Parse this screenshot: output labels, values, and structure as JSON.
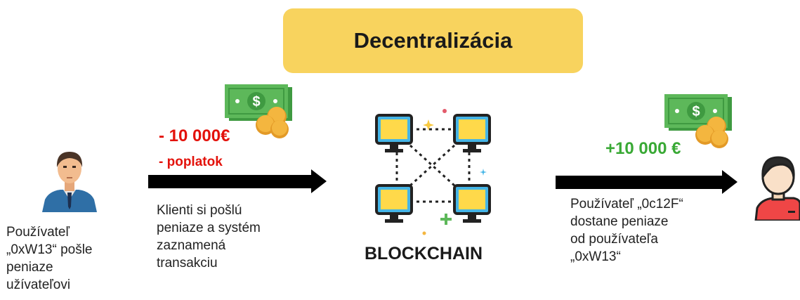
{
  "title": "Decentralizácia",
  "sender": {
    "caption": "Používateľ\n„0xW13“ pošle\npeniaze\nužívateľovi",
    "icon": "businessman-avatar-icon"
  },
  "transfer_out": {
    "amount": "- 10 000€",
    "fee": "- poplatok",
    "caption": "Klienti si pošlú\npeniaze a systém\nzaznamená\ntransakciu",
    "icon": "money-coins-icon"
  },
  "blockchain": {
    "label": "BLOCKCHAIN",
    "icon": "network-computers-icon"
  },
  "transfer_in": {
    "amount": "+10 000 €",
    "caption": "Používateľ „0c12F“\ndostane peniaze\nod používateľa\n„0xW13“",
    "icon": "money-coins-icon"
  },
  "receiver": {
    "icon": "user-avatar-icon"
  },
  "colors": {
    "title_bg": "#f8d35e",
    "debit": "#e3120b",
    "credit": "#39a935",
    "money": "#5db85a",
    "coin": "#f4b63f",
    "monitor": "#45b5e6"
  }
}
